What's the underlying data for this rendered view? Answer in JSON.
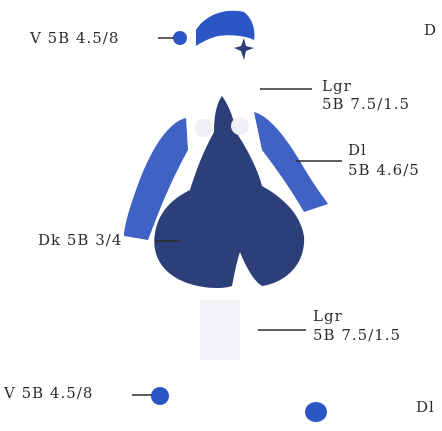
{
  "labels": {
    "top_left": "V 5B 4.5/8",
    "top_right_corner": "D",
    "lgr_top_code": "Lgr",
    "lgr_top_value": "5B 7.5/1.5",
    "dl_top_code": "Dl",
    "dl_top_value": "5B 4.6/5",
    "dk": "Dk 5B 3/4",
    "lgr_bottom_code": "Lgr",
    "lgr_bottom_value": "5B 7.5/1.5",
    "bottom_left": "V 5B 4.5/8",
    "bottom_right": "Dl"
  },
  "colors": {
    "vivid_blue": "#2a56c6",
    "dull_blue": "#3f62c4",
    "dark_blue": "#2c3f78",
    "light_grey": "#eef0f4",
    "ink": "#2c2c2c"
  }
}
